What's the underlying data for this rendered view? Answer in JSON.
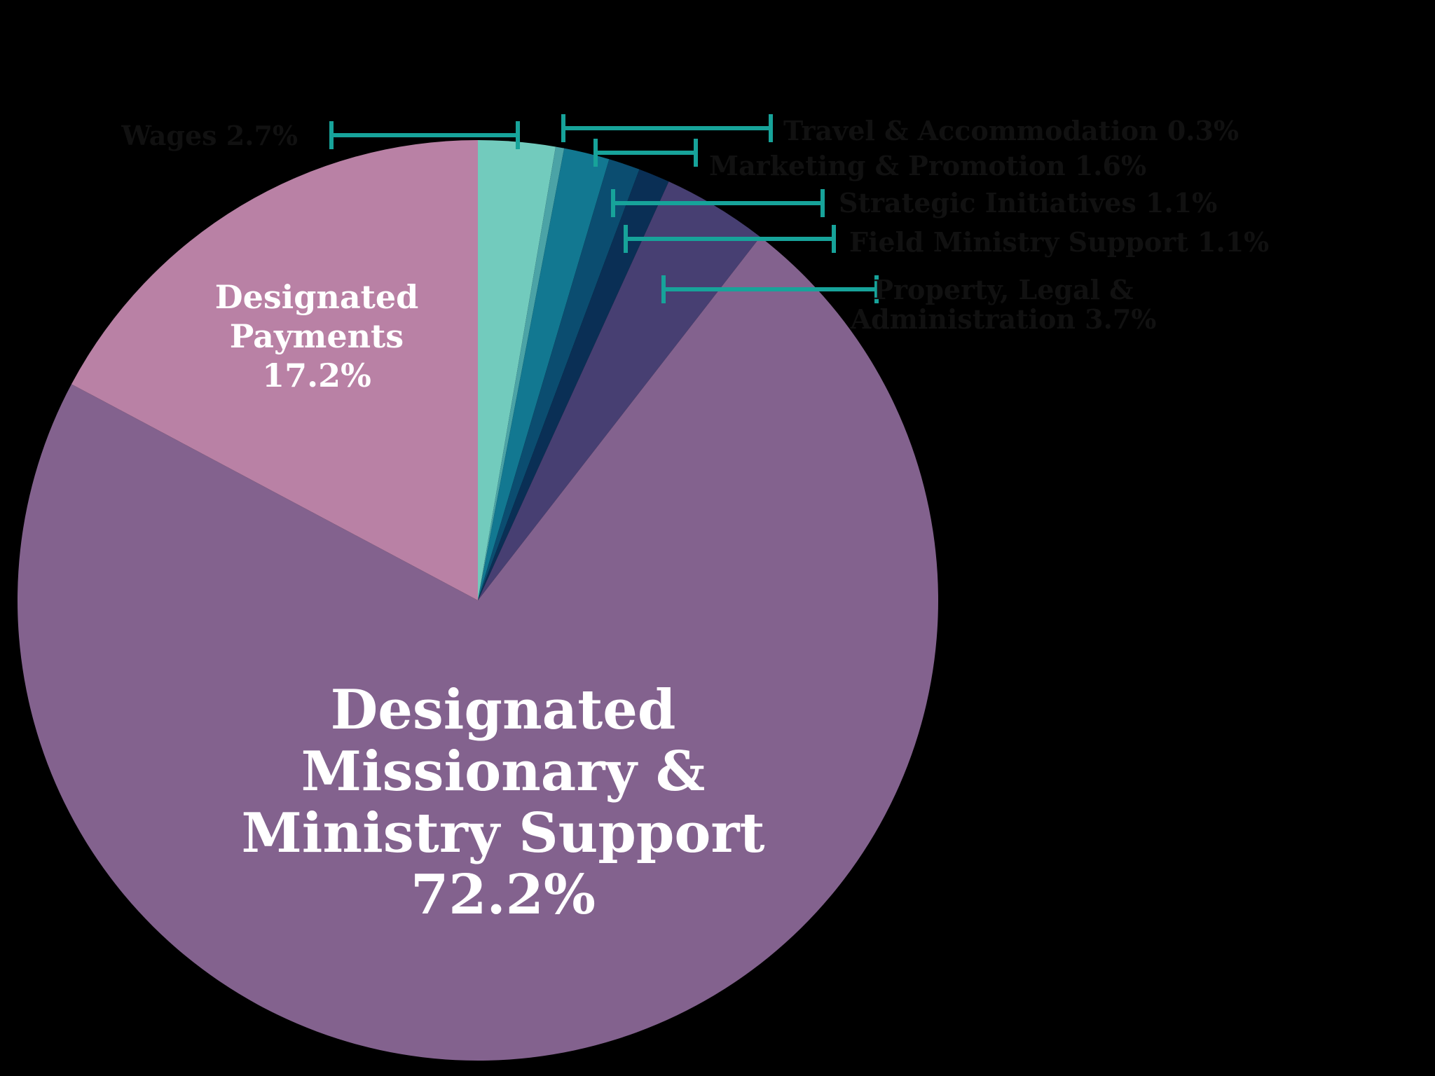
{
  "chart_data": {
    "type": "pie",
    "start_angle_deg": 0,
    "direction": "clockwise",
    "slices": [
      {
        "label": "Wages 2.7%",
        "value": 2.7,
        "color": "#72CBBD"
      },
      {
        "label": "Travel & Accommodation 0.3%",
        "value": 0.3,
        "color": "#4BA3A6"
      },
      {
        "label": "Marketing & Promotion 1.6%",
        "value": 1.6,
        "color": "#127891"
      },
      {
        "label": "Strategic Initiatives 1.1%",
        "value": 1.1,
        "color": "#0B4D70"
      },
      {
        "label": "Field Ministry Support 1.1%",
        "value": 1.1,
        "color": "#0A2F55"
      },
      {
        "label": "Property, Legal & Administration 3.7%",
        "value": 3.7,
        "color": "#473F72"
      },
      {
        "label": "Designated Missionary & Ministry Support 72.2%",
        "value": 72.2,
        "color": "#83628E"
      },
      {
        "label": "Designated Payments 17.2%",
        "value": 17.2,
        "color": "#B981A5"
      }
    ],
    "inside_labels": [
      {
        "slice": 6,
        "lines": [
          "Designated",
          "Missionary &",
          "Ministry Support",
          "72.2%"
        ]
      },
      {
        "slice": 7,
        "lines": [
          "Designated",
          "Payments",
          "17.2%"
        ]
      }
    ],
    "leader_color": "#17A39A",
    "label_text_color": "#111111"
  }
}
